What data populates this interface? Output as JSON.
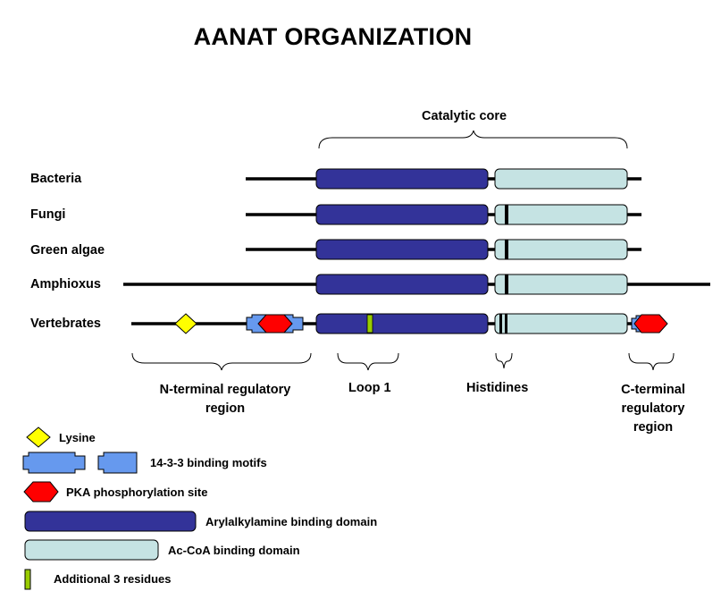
{
  "title": "AANAT ORGANIZATION",
  "catalytic_core_label": "Catalytic core",
  "organisms": [
    "Bacteria",
    "Fungi",
    "Green algae",
    "Amphioxus",
    "Vertebrates"
  ],
  "regions": {
    "n_terminal": [
      "N-terminal regulatory",
      "region"
    ],
    "loop": "Loop 1",
    "histidines": "Histidines",
    "c_terminal": [
      "C-terminal",
      "regulatory",
      "region"
    ]
  },
  "legend": {
    "lysine": "Lysine",
    "binding_motifs": "14-3-3 binding motifs",
    "pka": "PKA phosphorylation site",
    "arylalkylamine": "Arylalkylamine binding domain",
    "acoa": "Ac-CoA binding domain",
    "additional": "Additional 3 residues"
  },
  "colors": {
    "arylalkylamine_domain": "#333399",
    "acoa_domain": "#c5e3e3",
    "lysine": "#ffff00",
    "binding_motif": "#6699ee",
    "pka_site": "#ff0000",
    "additional_residues": "#99cc00"
  }
}
